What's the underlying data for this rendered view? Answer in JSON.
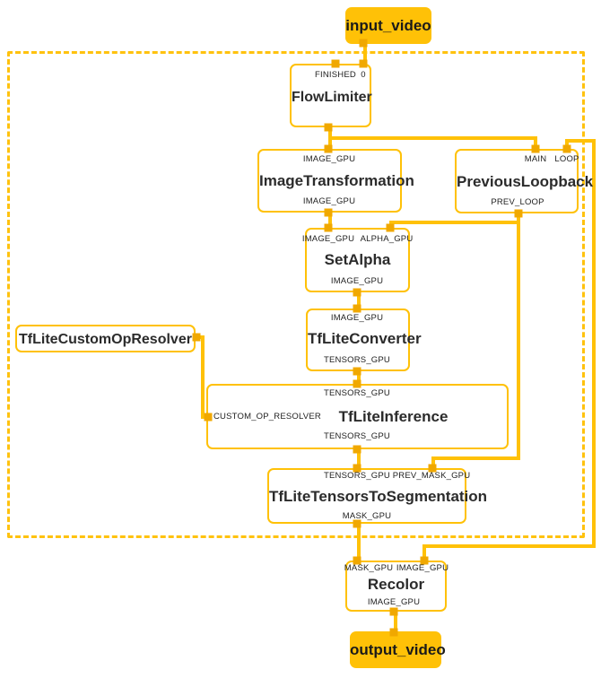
{
  "diagram": {
    "title": "MediaPipe hair segmentation GPU graph",
    "accent_color": "#FFC107",
    "port_color": "#F0A800",
    "node_fill": "#FFFFFF",
    "terminal_fill": "#FFC107",
    "text_color": "#2B2B2B"
  },
  "terminals": [
    {
      "id": "input_video",
      "label": "input_video"
    },
    {
      "id": "output_video",
      "label": "output_video"
    }
  ],
  "nodes": [
    {
      "id": "flow_limiter",
      "label": "FlowLimiter",
      "inputs": [
        "FINISHED",
        "0"
      ],
      "outputs": [
        ""
      ]
    },
    {
      "id": "image_transformation",
      "label": "ImageTransformation",
      "inputs": [
        "IMAGE_GPU"
      ],
      "outputs": [
        "IMAGE_GPU"
      ]
    },
    {
      "id": "previous_loopback",
      "label": "PreviousLoopback",
      "inputs": [
        "MAIN",
        "LOOP"
      ],
      "outputs": [
        "PREV_LOOP"
      ]
    },
    {
      "id": "set_alpha",
      "label": "SetAlpha",
      "inputs": [
        "IMAGE_GPU",
        "ALPHA_GPU"
      ],
      "outputs": [
        "IMAGE_GPU"
      ]
    },
    {
      "id": "tflite_custom_op_resolver",
      "label": "TfLiteCustomOpResolver",
      "inputs": [],
      "outputs": [
        ""
      ]
    },
    {
      "id": "tflite_converter",
      "label": "TfLiteConverter",
      "inputs": [
        "IMAGE_GPU"
      ],
      "outputs": [
        "TENSORS_GPU"
      ]
    },
    {
      "id": "tflite_inference",
      "label": "TfLiteInference",
      "inputs": [
        "TENSORS_GPU",
        "CUSTOM_OP_RESOLVER"
      ],
      "outputs": [
        "TENSORS_GPU"
      ]
    },
    {
      "id": "tflite_tensors_to_segmentation",
      "label": "TfLiteTensorsToSegmentation",
      "inputs": [
        "TENSORS_GPU",
        "PREV_MASK_GPU"
      ],
      "outputs": [
        "MASK_GPU"
      ]
    },
    {
      "id": "recolor",
      "label": "Recolor",
      "inputs": [
        "MASK_GPU",
        "IMAGE_GPU"
      ],
      "outputs": [
        "IMAGE_GPU"
      ]
    }
  ],
  "labels": {
    "input_video": "input_video",
    "output_video": "output_video",
    "flow_limiter": "FlowLimiter",
    "flow_limiter_in_finished": "FINISHED",
    "flow_limiter_in_zero": "0",
    "image_transformation": "ImageTransformation",
    "image_transformation_in": "IMAGE_GPU",
    "image_transformation_out": "IMAGE_GPU",
    "previous_loopback": "PreviousLoopback",
    "previous_loopback_in_main": "MAIN",
    "previous_loopback_in_loop": "LOOP",
    "previous_loopback_out": "PREV_LOOP",
    "set_alpha": "SetAlpha",
    "set_alpha_in_image": "IMAGE_GPU",
    "set_alpha_in_alpha": "ALPHA_GPU",
    "set_alpha_out": "IMAGE_GPU",
    "tflite_custom_op_resolver": "TfLiteCustomOpResolver",
    "tflite_converter": "TfLiteConverter",
    "tflite_converter_in": "IMAGE_GPU",
    "tflite_converter_out": "TENSORS_GPU",
    "tflite_inference": "TfLiteInference",
    "tflite_inference_in_tensors": "TENSORS_GPU",
    "tflite_inference_in_resolver": "CUSTOM_OP_RESOLVER",
    "tflite_inference_out": "TENSORS_GPU",
    "tflite_tensors_to_segmentation": "TfLiteTensorsToSegmentation",
    "tts_in_tensors": "TENSORS_GPU",
    "tts_in_prev_mask": "PREV_MASK_GPU",
    "tts_out_mask": "MASK_GPU",
    "recolor": "Recolor",
    "recolor_in_mask": "MASK_GPU",
    "recolor_in_image": "IMAGE_GPU",
    "recolor_out": "IMAGE_GPU"
  }
}
